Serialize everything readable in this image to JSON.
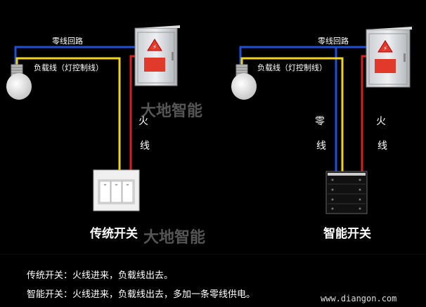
{
  "left": {
    "neutral_loop_label": "零线回路",
    "load_line_label": "负载线（灯控制线）",
    "live_label_1": "火",
    "live_label_2": "线",
    "title": "传统开关"
  },
  "right": {
    "neutral_loop_label": "零线回路",
    "load_line_label": "负载线（灯控制线）",
    "zero_label_1": "零",
    "zero_label_2": "线",
    "live_label_1": "火",
    "live_label_2": "线",
    "title": "智能开关"
  },
  "notes": {
    "line1": "传统开关：火线进来，负载线出去。",
    "line2": "智能开关：火线进来，负载线出去，多加一条零线供电。"
  },
  "watermark": {
    "brand": "大地智能",
    "brand2": "大地智能"
  },
  "footer_url": "www.diangon.com",
  "colors": {
    "neutral_wire": "#1f4fd6",
    "load_wire": "#f2d21a",
    "live_wire": "#d61f1f",
    "background": "#000000"
  }
}
